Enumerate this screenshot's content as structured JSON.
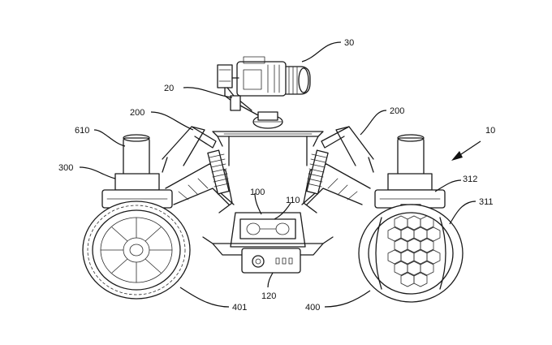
{
  "figure": {
    "labels": {
      "camera": "30",
      "gimbal": "20",
      "suspension_left": "200",
      "suspension_right": "200",
      "motor": "610",
      "left_module": "300",
      "chassis": "100",
      "chassis_part": "110",
      "battery": "120",
      "wheel_left": "401",
      "wheel_right": "400",
      "vehicle": "10",
      "motor_mount": "312",
      "tire": "311"
    },
    "colors": {
      "line": "#1a1a1a",
      "background": "#ffffff"
    }
  }
}
